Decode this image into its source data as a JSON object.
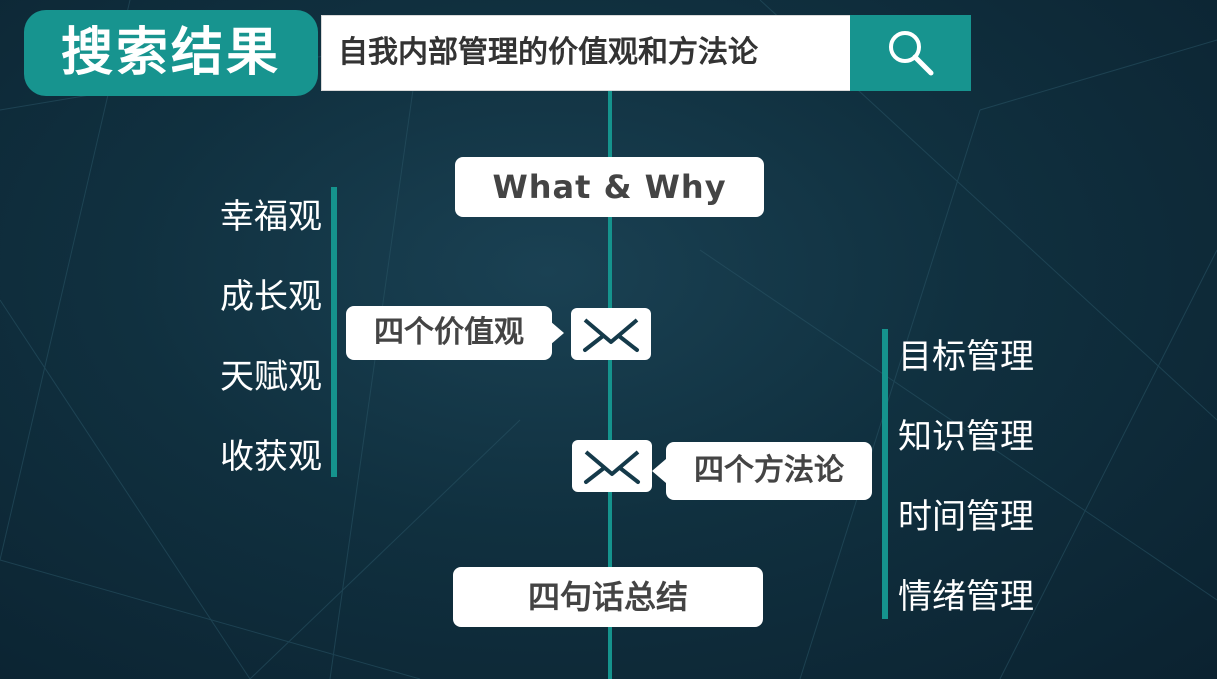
{
  "header": {
    "title": "搜索结果",
    "search_query": "自我内部管理的价值观和方法论"
  },
  "icons": {
    "search": "search-icon",
    "envelope": "envelope-icon"
  },
  "colors": {
    "accent": "#17948f",
    "background": "#10303f",
    "node_fill": "#ffffff",
    "node_text": "#444444"
  },
  "diagram": {
    "top_node": "What & Why",
    "values_node": "四个价值观",
    "values_items": [
      "幸福观",
      "成长观",
      "天赋观",
      "收获观"
    ],
    "methods_node": "四个方法论",
    "methods_items": [
      "目标管理",
      "知识管理",
      "时间管理",
      "情绪管理"
    ],
    "bottom_node": "四句话总结"
  }
}
